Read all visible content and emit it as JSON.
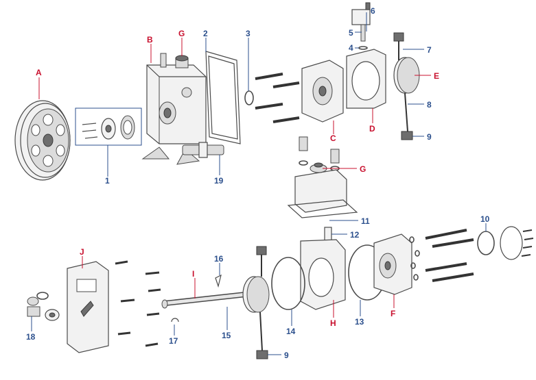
{
  "labels": {
    "A": "A",
    "B": "B",
    "G_top": "G",
    "n2": "2",
    "n3": "3",
    "n6": "6",
    "n5": "5",
    "n4": "4",
    "n7": "7",
    "E": "E",
    "C": "C",
    "D": "D",
    "n8": "8",
    "n9_top": "9",
    "n1": "1",
    "n19": "19",
    "G_mid": "G",
    "n11": "11",
    "n12": "12",
    "n10": "10",
    "J": "J",
    "n16": "16",
    "I": "I",
    "n17": "17",
    "n15": "15",
    "n14": "14",
    "H": "H",
    "n13": "13",
    "F": "F",
    "n18": "18",
    "n9_bot": "9"
  },
  "colors": {
    "letter_label": "#c8102e",
    "number_label": "#2b4f8c",
    "line": "#4a4a4a",
    "part_fill": "#f2f2f2"
  }
}
